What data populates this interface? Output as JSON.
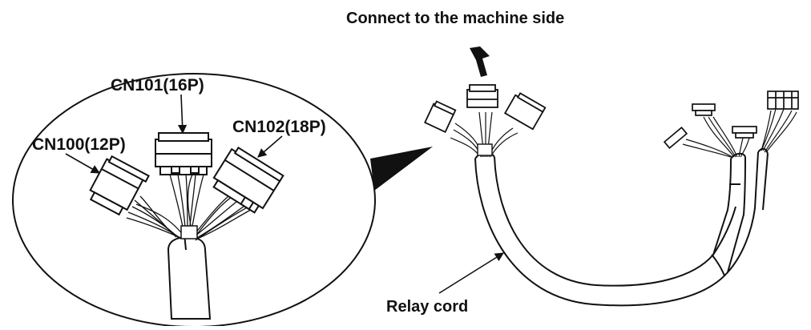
{
  "labels": {
    "connect": "Connect to the machine side",
    "cn101": "CN101(16P)",
    "cn100": "CN100(12P)",
    "cn102": "CN102(18P)",
    "relay": "Relay cord"
  },
  "colors": {
    "ink": "#111111",
    "paper": "#ffffff"
  }
}
